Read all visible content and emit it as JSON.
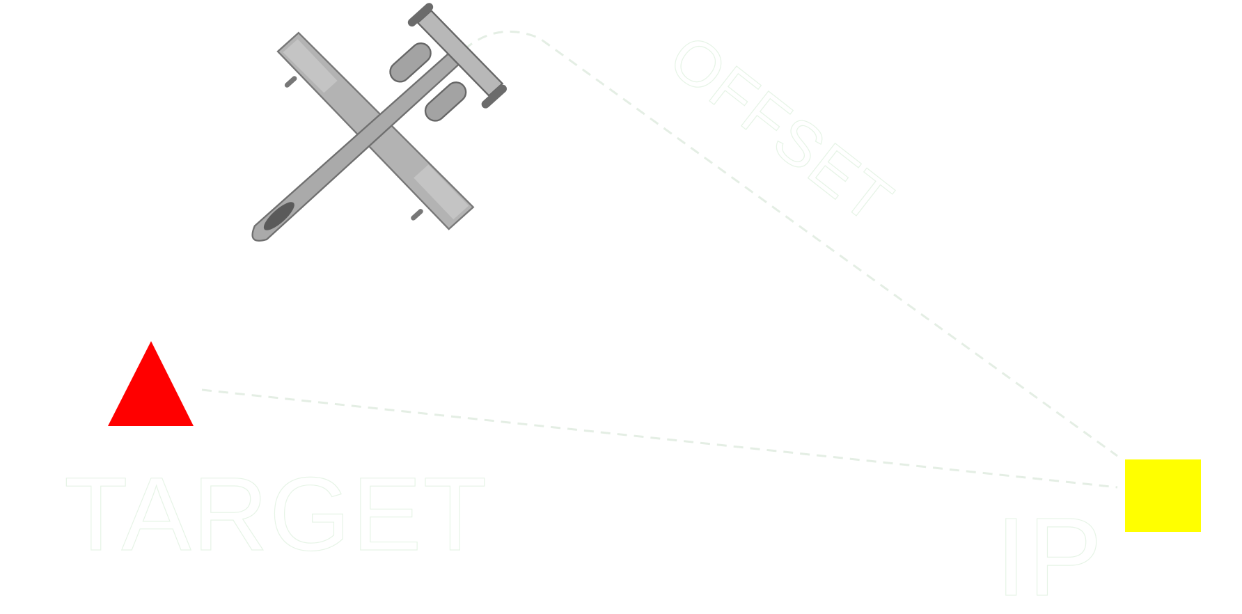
{
  "labels": {
    "target": "TARGET",
    "ip": "IP",
    "offset": "OFFSET"
  },
  "markers": {
    "target": {
      "shape": "triangle",
      "color": "#ff0000"
    },
    "ip": {
      "shape": "square",
      "color": "#ffff00"
    }
  },
  "aircraft": {
    "icon": "a10-aircraft-icon",
    "color": "#a9a9a9"
  }
}
